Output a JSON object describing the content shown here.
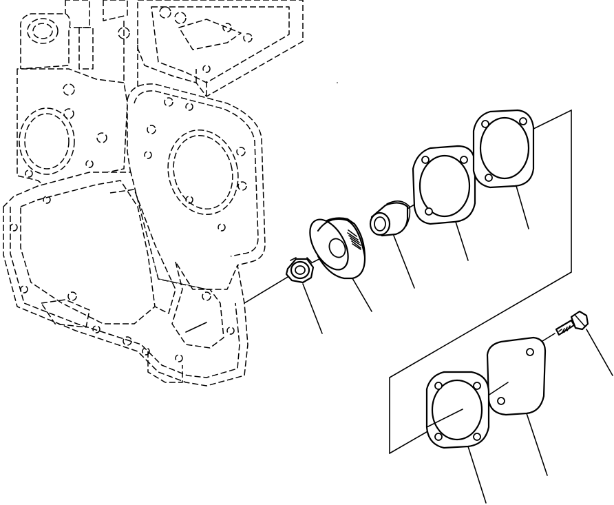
{
  "diagram": {
    "kind": "exploded-parts-view",
    "line_color": "#000000",
    "background": "#ffffff",
    "parts": [
      {
        "id": "engine-front-case",
        "label_text": ""
      },
      {
        "id": "flange-nut",
        "label_text": ""
      },
      {
        "id": "drive-gear",
        "label_text": ""
      },
      {
        "id": "bushing",
        "label_text": ""
      },
      {
        "id": "inner-gasket",
        "label_text": ""
      },
      {
        "id": "outer-gasket",
        "label_text": ""
      },
      {
        "id": "cover-bolt",
        "label_text": ""
      },
      {
        "id": "cover-plate",
        "label_text": ""
      },
      {
        "id": "cover-gasket",
        "label_text": ""
      }
    ]
  }
}
